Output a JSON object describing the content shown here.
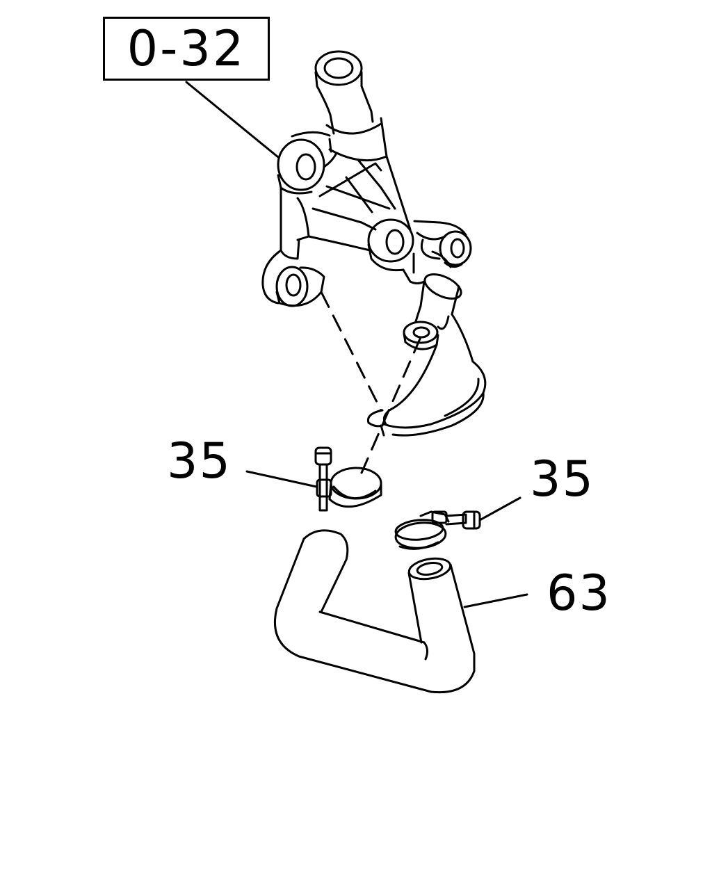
{
  "reference": {
    "label": "0-32"
  },
  "callouts": [
    {
      "id": "clamp-left",
      "label": "35"
    },
    {
      "id": "clamp-right",
      "label": "35"
    },
    {
      "id": "hose",
      "label": "63"
    }
  ],
  "colors": {
    "line": "#000000",
    "background": "#ffffff"
  }
}
